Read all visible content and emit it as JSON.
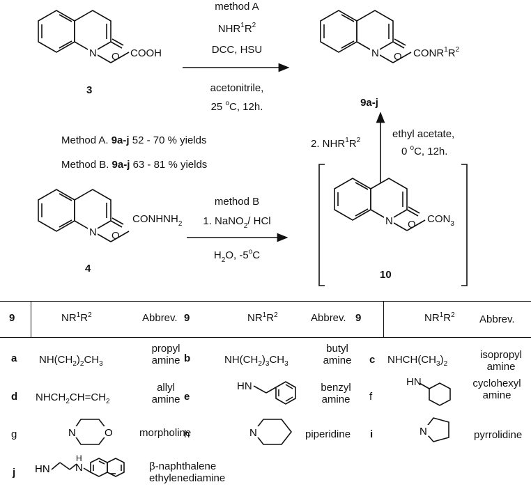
{
  "scheme": {
    "methodA_title": "method A",
    "methodA_reagent1": "NHR",
    "methodA_reagent1_sup1": "1",
    "methodA_reagent1_mid": "R",
    "methodA_reagent1_sup2": "2",
    "methodA_reagent2": "DCC, HSU",
    "methodA_solvent": "acetonitrile,",
    "methodA_cond": "25 ",
    "methodA_cond_sup": "o",
    "methodA_cond_end": "C, 12h.",
    "cmpd3_sub": "COOH",
    "cmpd3_label": "3",
    "cmpd9_sub": "CONR",
    "cmpd9_sup1": "1",
    "cmpd9_mid": "R",
    "cmpd9_sup2": "2",
    "cmpd9_label": "9a-j",
    "carbonyl_O": "O",
    "ring_N": "N",
    "yieldA_prefix": "Method A. ",
    "yieldA_bold": "9a-j",
    "yieldA_rest": " 52 - 70 % yields",
    "yieldB_prefix": "Method B. ",
    "yieldB_bold": "9a-j",
    "yieldB_rest": "  63 - 81 % yields",
    "cmpd4_sub": "CONHNH",
    "cmpd4_sub_idx": "2",
    "cmpd4_label": "4",
    "methodB_title": "method B",
    "methodB_step1": "1. NaNO",
    "methodB_step1_idx": "2",
    "methodB_step1_end": "/ HCl",
    "methodB_cond": "H",
    "methodB_cond_idx": "2",
    "methodB_cond_mid": "O, -5",
    "methodB_cond_sup": "o",
    "methodB_cond_end": "C",
    "cmpd10_sub": "CON",
    "cmpd10_sub_idx": "3",
    "cmpd10_label": "10",
    "step2": "2. NHR",
    "step2_sup1": "1",
    "step2_mid": "R",
    "step2_sup2": "2",
    "up_solvent": "ethyl acetate,",
    "up_cond": "0 ",
    "up_cond_sup": "o",
    "up_cond_end": "C, 12h."
  },
  "table": {
    "header": {
      "col9": "9",
      "nr": "NR",
      "nr_sup1": "1",
      "nr_mid": "R",
      "nr_sup2": "2",
      "abbrev": "Abbrev."
    },
    "rows": {
      "a": {
        "id": "a",
        "amine": "NH(CH",
        "amine_i1": "2",
        "amine_m": ")",
        "amine_i2": "2",
        "amine_end": "CH",
        "amine_i3": "3",
        "abbrev1": "propyl",
        "abbrev2": "amine"
      },
      "b": {
        "id": "b",
        "amine": "NH(CH",
        "amine_i1": "2",
        "amine_m": ")",
        "amine_i2": "3",
        "amine_end": "CH",
        "amine_i3": "3",
        "abbrev1": "butyl",
        "abbrev2": "amine"
      },
      "c": {
        "id": "c",
        "amine": "NHCH(CH",
        "amine_i1": "3",
        "amine_m": ")",
        "amine_i2": "2",
        "abbrev1": "isopropyl",
        "abbrev2": "amine"
      },
      "d": {
        "id": "d",
        "amine": "NHCH",
        "amine_i1": "2",
        "amine_m": "CH=CH",
        "amine_i2": "2",
        "abbrev1": "allyl",
        "abbrev2": "amine"
      },
      "e": {
        "id": "e",
        "amine_hn": "HN",
        "abbrev1": "benzyl",
        "abbrev2": "amine"
      },
      "f": {
        "id": "f",
        "amine_hn": "HN",
        "abbrev1": "cyclohexyl",
        "abbrev2": "amine"
      },
      "g": {
        "id": "g",
        "amine_n": "N",
        "amine_o": "O",
        "abbrev1": "morpholine"
      },
      "h": {
        "id": "h",
        "amine_n": "N",
        "abbrev1": "piperidine"
      },
      "i": {
        "id": "i",
        "amine_n": "N",
        "abbrev1": "pyrrolidine"
      },
      "j": {
        "id": "j",
        "amine_hn": "HN",
        "amine_h": "H",
        "amine_n": "N",
        "abbrev1": "β-naphthalene",
        "abbrev2": "ethylenediamine"
      }
    }
  }
}
